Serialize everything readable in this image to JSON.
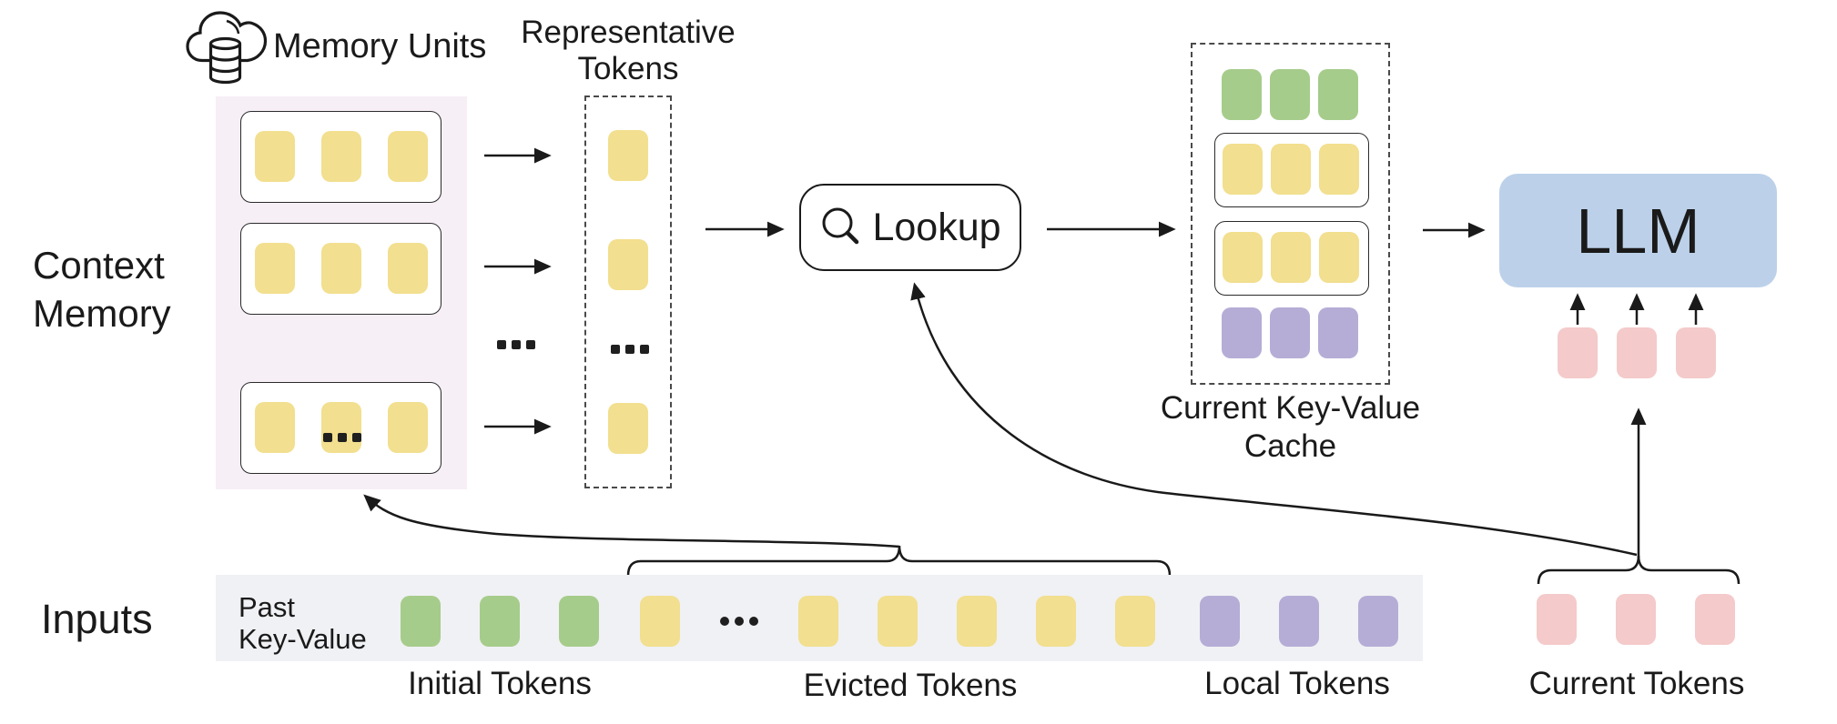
{
  "colors": {
    "yellow": "#F2DF8F",
    "green": "#A6CC8B",
    "purple": "#B5ADD6",
    "pink": "#F4CACA",
    "llm_blue": "#BCD1E9",
    "memory_bg": "#F6EFF5",
    "input_bar_bg": "#F0F1F4",
    "line": "#1A1A1A"
  },
  "memory": {
    "icon": "cloud-database-icon",
    "title": "Memory Units",
    "side_label_line1": "Context",
    "side_label_line2": "Memory",
    "ellipsis": "...",
    "units": [
      {
        "count": 3,
        "color": "yellow"
      },
      {
        "count": 3,
        "color": "yellow"
      },
      {
        "count": 3,
        "color": "yellow"
      }
    ]
  },
  "representative": {
    "title_line1": "Representative",
    "title_line2": "Tokens",
    "ellipsis": "...",
    "rows": [
      {
        "count": 1,
        "color": "yellow"
      },
      {
        "count": 1,
        "color": "yellow"
      },
      {
        "count": 1,
        "color": "yellow"
      }
    ]
  },
  "flow": {
    "mid_ellipsis": "...",
    "connections": [
      {
        "from": "memory-unit-1",
        "to": "representative-token-1"
      },
      {
        "from": "memory-unit-2",
        "to": "representative-token-2"
      },
      {
        "from": "memory-unit-3",
        "to": "representative-token-3"
      },
      {
        "from": "representative-tokens",
        "to": "lookup"
      },
      {
        "from": "lookup",
        "to": "current-key-value-cache"
      },
      {
        "from": "current-key-value-cache",
        "to": "llm"
      },
      {
        "from": "current-tokens",
        "to": "lookup"
      },
      {
        "from": "current-tokens",
        "to": "llm"
      },
      {
        "from": "evicted-tokens",
        "to": "context-memory"
      },
      {
        "from": "llm-input-tokens",
        "to": "llm"
      }
    ]
  },
  "lookup": {
    "icon": "magnifier-icon",
    "label": "Lookup"
  },
  "kv_cache": {
    "title_line1": "Current Key-Value",
    "title_line2": "Cache",
    "rows": [
      {
        "count": 3,
        "color": "green",
        "boxed": false
      },
      {
        "count": 3,
        "color": "yellow",
        "boxed": true
      },
      {
        "count": 3,
        "color": "yellow",
        "boxed": true
      },
      {
        "count": 3,
        "color": "purple",
        "boxed": false
      }
    ]
  },
  "llm": {
    "label": "LLM",
    "input_tokens": {
      "count": 3,
      "color": "pink"
    }
  },
  "inputs": {
    "section_label": "Inputs",
    "bar_label_line1": "Past",
    "bar_label_line2": "Key-Value",
    "groups": [
      {
        "label": "Initial Tokens",
        "tokens": {
          "count": 3,
          "color": "green"
        }
      },
      {
        "label": "Evicted Tokens",
        "ellipsis": "...",
        "tokens_before": {
          "count": 1,
          "color": "yellow"
        },
        "tokens_after": {
          "count": 5,
          "color": "yellow"
        }
      },
      {
        "label": "Local Tokens",
        "tokens": {
          "count": 3,
          "color": "purple"
        }
      }
    ]
  },
  "current_tokens": {
    "label": "Current Tokens",
    "count": 3,
    "color": "pink"
  }
}
